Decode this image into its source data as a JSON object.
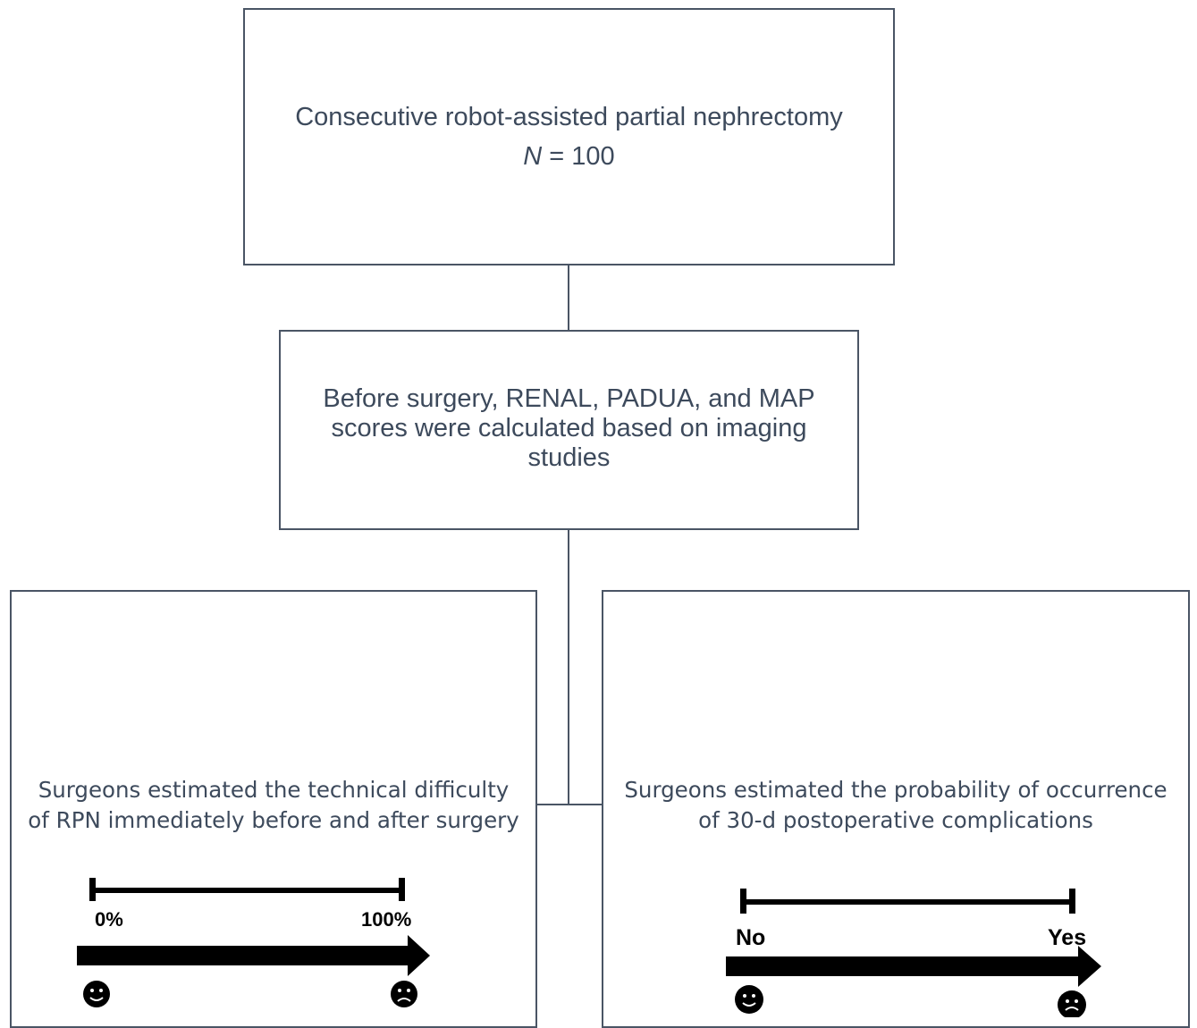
{
  "boxes": {
    "top": {
      "line1": "Consecutive robot-assisted partial nephrectomy",
      "n_symbol": "N",
      "n_rest": " = 100"
    },
    "middle": {
      "text": "Before surgery, RENAL, PADUA, and MAP scores were calculated based on imaging studies"
    },
    "left": {
      "line1": "Surgeons estimated the technical difficulty",
      "line2": "of RPN immediately before and after surgery",
      "scale_min": "0%",
      "scale_max": "100%"
    },
    "right": {
      "line1": "Surgeons estimated the probability of occurrence",
      "line2": "of 30-d postoperative complications",
      "scale_min": "No",
      "scale_max": "Yes"
    }
  },
  "icons": [
    "smiley-face-icon",
    "frowny-face-icon",
    "right-arrow-icon"
  ],
  "colors": {
    "border": "#4a5565",
    "text": "#3d4a5c",
    "marks": "#000000"
  }
}
